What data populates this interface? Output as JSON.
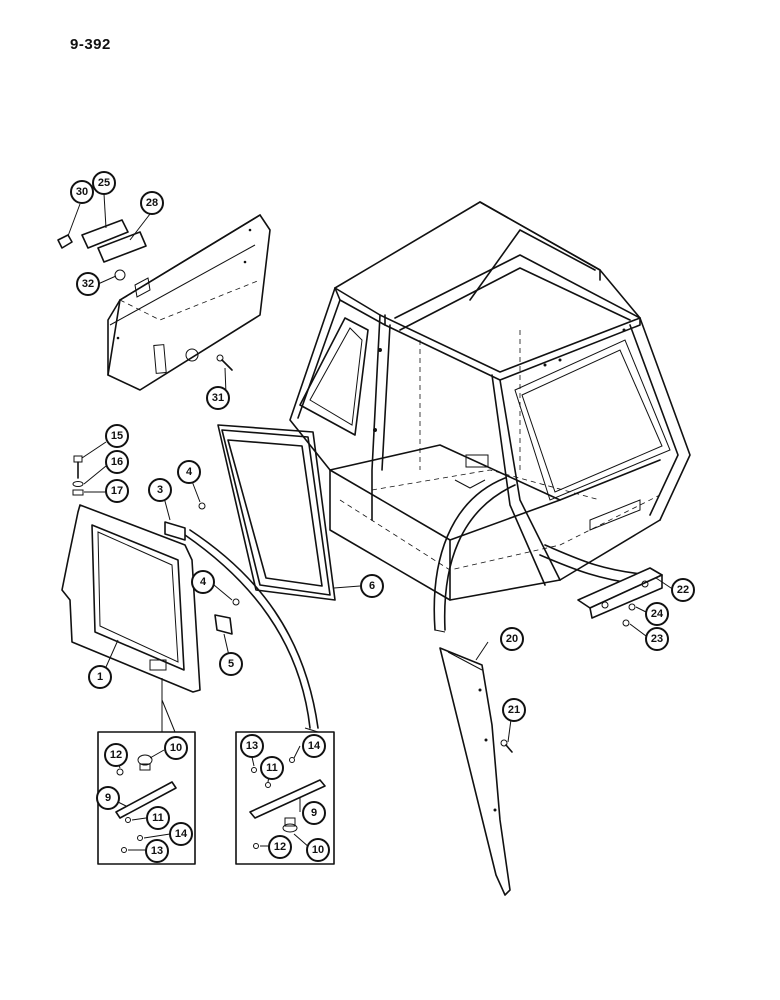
{
  "page_number": "9-392",
  "callouts": {
    "c30": "30",
    "c25": "25",
    "c28": "28",
    "c32": "32",
    "c31": "31",
    "c15": "15",
    "c16": "16",
    "c17": "17",
    "c4a": "4",
    "c3": "3",
    "c6": "6",
    "c4b": "4",
    "c5": "5",
    "c1": "1",
    "c12a": "12",
    "c10a": "10",
    "c9a": "9",
    "c11a": "11",
    "c14a": "14",
    "c13a": "13",
    "c13b": "13",
    "c14b": "14",
    "c11b": "11",
    "c9b": "9",
    "c12b": "12",
    "c10b": "10",
    "c20": "20",
    "c21": "21",
    "c22": "22",
    "c24": "24",
    "c23": "23"
  }
}
